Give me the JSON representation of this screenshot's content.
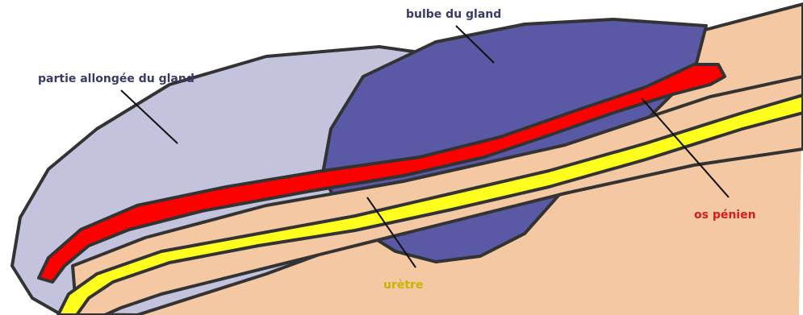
{
  "labels": {
    "bulbe": "bulbe du gland",
    "partie": "partie allongée du gland",
    "os": "os pénien",
    "uretre": "urètre"
  },
  "colors": {
    "outline": "#333333",
    "glans_long": "#c3c3de",
    "glans_bulb": "#5959a6",
    "shaft": "#f3c8a2",
    "penile_bone": "#ff0000",
    "urethra": "#ffff1e",
    "label_dark": "#3a3a66",
    "label_red": "#d41c1c",
    "label_yellow": "#c8b400"
  }
}
